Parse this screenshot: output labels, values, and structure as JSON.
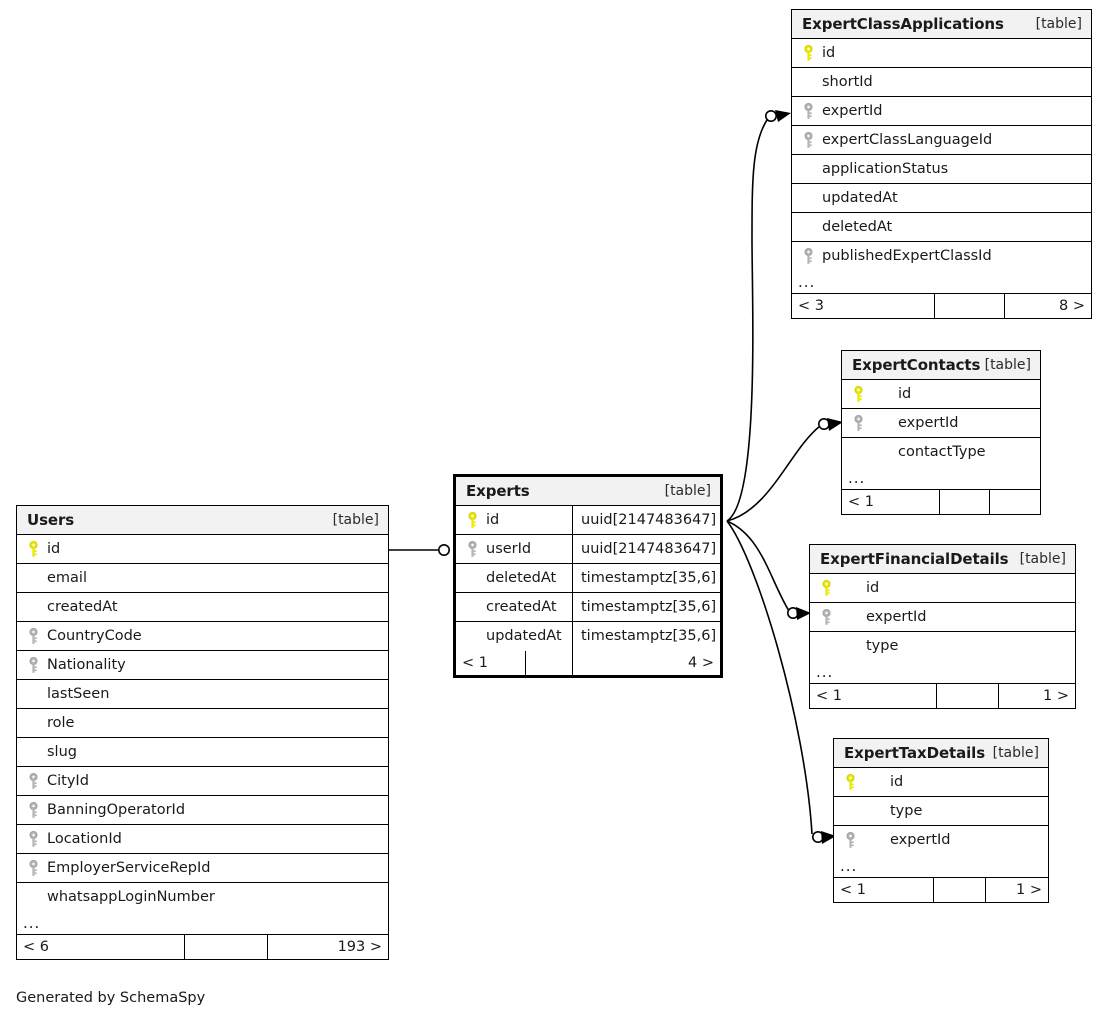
{
  "diagram": {
    "generator_caption": "Generated by SchemaSpy",
    "table_tag": "[table]",
    "ellipsis": "...",
    "colors": {
      "primary_key": "#e8e800",
      "foreign_key": "#b3b3b3",
      "header_background": "#f2f2f2",
      "border": "#000000",
      "background": "#ffffff",
      "text": "#1a1a1a"
    }
  },
  "tables": {
    "expert_class_applications": {
      "name": "ExpertClassApplications",
      "tag": "[table]",
      "columns": [
        {
          "name": "id",
          "key": "primary"
        },
        {
          "name": "shortId",
          "key": "none"
        },
        {
          "name": "expertId",
          "key": "foreign"
        },
        {
          "name": "expertClassLanguageId",
          "key": "foreign"
        },
        {
          "name": "applicationStatus",
          "key": "none"
        },
        {
          "name": "updatedAt",
          "key": "none"
        },
        {
          "name": "deletedAt",
          "key": "none"
        },
        {
          "name": "publishedExpertClassId",
          "key": "foreign"
        }
      ],
      "more": "...",
      "footer": {
        "left": "< 3",
        "middle": "",
        "right": "8 >"
      }
    },
    "expert_contacts": {
      "name": "ExpertContacts",
      "tag": "[table]",
      "columns": [
        {
          "name": "id",
          "key": "primary"
        },
        {
          "name": "expertId",
          "key": "foreign"
        },
        {
          "name": "contactType",
          "key": "none"
        }
      ],
      "more": "...",
      "footer": {
        "left": "< 1",
        "middle": "",
        "right": ""
      }
    },
    "expert_financial_details": {
      "name": "ExpertFinancialDetails",
      "tag": "[table]",
      "columns": [
        {
          "name": "id",
          "key": "primary"
        },
        {
          "name": "expertId",
          "key": "foreign"
        },
        {
          "name": "type",
          "key": "none"
        }
      ],
      "more": "...",
      "footer": {
        "left": "< 1",
        "middle": "",
        "right": "1 >"
      }
    },
    "expert_tax_details": {
      "name": "ExpertTaxDetails",
      "tag": "[table]",
      "columns": [
        {
          "name": "id",
          "key": "primary"
        },
        {
          "name": "type",
          "key": "none"
        },
        {
          "name": "expertId",
          "key": "foreign"
        }
      ],
      "more": "...",
      "footer": {
        "left": "< 1",
        "middle": "",
        "right": "1 >"
      }
    },
    "experts": {
      "name": "Experts",
      "tag": "[table]",
      "focal": true,
      "columns": [
        {
          "name": "id",
          "key": "primary",
          "type": "uuid[2147483647]"
        },
        {
          "name": "userId",
          "key": "foreign",
          "type": "uuid[2147483647]"
        },
        {
          "name": "deletedAt",
          "key": "none",
          "type": "timestamptz[35,6]"
        },
        {
          "name": "createdAt",
          "key": "none",
          "type": "timestamptz[35,6]"
        },
        {
          "name": "updatedAt",
          "key": "none",
          "type": "timestamptz[35,6]"
        }
      ],
      "footer": {
        "left": "< 1",
        "middle": "",
        "right": "4 >"
      }
    },
    "users": {
      "name": "Users",
      "tag": "[table]",
      "columns": [
        {
          "name": "id",
          "key": "primary"
        },
        {
          "name": "email",
          "key": "none"
        },
        {
          "name": "createdAt",
          "key": "none"
        },
        {
          "name": "CountryCode",
          "key": "foreign"
        },
        {
          "name": "Nationality",
          "key": "foreign"
        },
        {
          "name": "lastSeen",
          "key": "none"
        },
        {
          "name": "role",
          "key": "none"
        },
        {
          "name": "slug",
          "key": "none"
        },
        {
          "name": "CityId",
          "key": "foreign"
        },
        {
          "name": "BanningOperatorId",
          "key": "foreign"
        },
        {
          "name": "LocationId",
          "key": "foreign"
        },
        {
          "name": "EmployerServiceRepId",
          "key": "foreign"
        },
        {
          "name": "whatsappLoginNumber",
          "key": "none"
        }
      ],
      "more": "...",
      "footer": {
        "left": "< 6",
        "middle": "",
        "right": "193 >"
      }
    }
  },
  "relationships": [
    {
      "from": "Users.id",
      "to": "Experts.userId"
    },
    {
      "from": "Experts.id",
      "to": "ExpertClassApplications.expertId"
    },
    {
      "from": "Experts.id",
      "to": "ExpertContacts.expertId"
    },
    {
      "from": "Experts.id",
      "to": "ExpertFinancialDetails.expertId"
    },
    {
      "from": "Experts.id",
      "to": "ExpertTaxDetails.expertId"
    }
  ]
}
